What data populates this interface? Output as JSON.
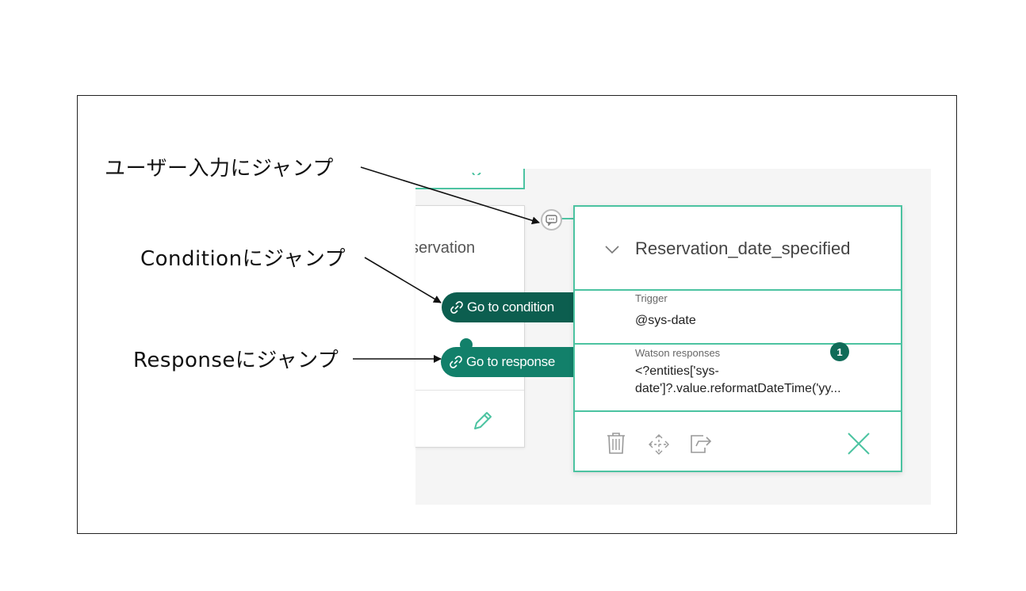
{
  "annotations": {
    "jump_user_input": "ユーザー入力にジャンプ",
    "jump_condition": "Conditionにジャンプ",
    "jump_response": "Responseにジャンプ"
  },
  "parent_node": {
    "title": "servation"
  },
  "buttons": {
    "go_to_condition": "Go to condition",
    "go_to_response": "Go to response"
  },
  "node": {
    "title": "Reservation_date_specified",
    "trigger_label": "Trigger",
    "trigger_value": "@sys-date",
    "responses_label": "Watson responses",
    "responses_count": "1",
    "response_text": "<?entities['sys-date']?.value.reformatDateTime('yy..."
  },
  "icons": [
    "speech-bubble-icon",
    "link-icon",
    "chevron-down-icon",
    "trash-icon",
    "move-icon",
    "jump-to-icon",
    "close-icon",
    "pencil-icon"
  ],
  "colors": {
    "accent": "#4cc3a1",
    "condition_pill": "#0c5e4f",
    "response_pill": "#12806a",
    "badge": "#0f6b58"
  }
}
